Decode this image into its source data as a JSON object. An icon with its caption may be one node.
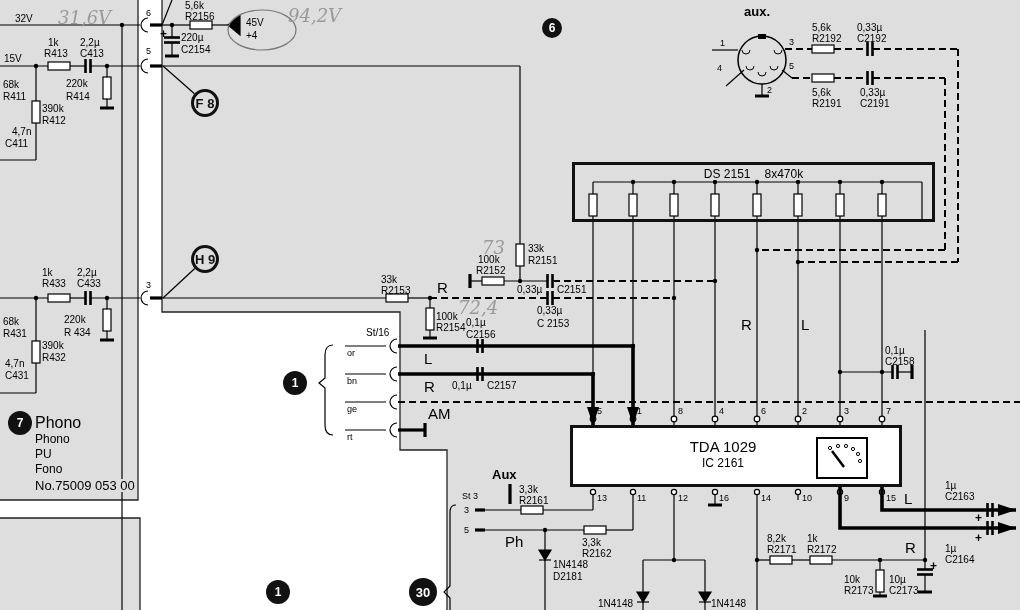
{
  "diagram": {
    "nodes": [
      {
        "text": [
          "6"
        ]
      },
      {
        "text": [
          "F 8"
        ]
      },
      {
        "text": [
          "H 9"
        ]
      },
      {
        "text": [
          "DS 2151",
          "8x470k"
        ]
      },
      {
        "text": [
          "TDA 1029",
          "IC 2161"
        ],
        "beside": [
          "5",
          "1",
          "8",
          "4",
          "6",
          "2",
          "3",
          "7",
          "13",
          "11",
          "12",
          "16",
          "14",
          "10",
          "9",
          "15"
        ]
      },
      {
        "text": [
          "1"
        ]
      },
      {
        "text": [
          "7"
        ],
        "beside": [
          "Phono",
          "Phono",
          "PU",
          "Fono",
          "No.75009 053 00"
        ]
      },
      {
        "text": [
          "1"
        ]
      },
      {
        "text": [
          "30"
        ]
      },
      {
        "text": [
          "aux."
        ],
        "beside": [
          "1",
          "3",
          "4",
          "5",
          "2"
        ]
      }
    ],
    "edges": [
      {
        "from": 1,
        "to": null,
        "arrow": "none"
      },
      {
        "from": 2,
        "to": null,
        "arrow": "none"
      },
      {
        "from": 3,
        "to": 4,
        "arrow": "other"
      },
      {
        "from": 3,
        "to": 4,
        "arrow": "other"
      },
      {
        "from": 3,
        "to": 4,
        "arrow": "other"
      },
      {
        "from": 3,
        "to": 4,
        "arrow": "other"
      },
      {
        "from": 3,
        "to": 4,
        "arrow": "other"
      },
      {
        "from": 3,
        "to": 4,
        "arrow": "other"
      },
      {
        "from": 3,
        "to": 4,
        "arrow": "other"
      },
      {
        "from": 3,
        "to": 4,
        "arrow": "other"
      },
      {
        "from": null,
        "to": 4,
        "arrow": "to",
        "style": "thick"
      },
      {
        "from": null,
        "to": 4,
        "arrow": "to",
        "style": "thick"
      },
      {
        "from": 4,
        "to": null,
        "arrow": "to",
        "style": "thick"
      },
      {
        "from": 4,
        "to": null,
        "arrow": "to",
        "style": "thick"
      }
    ],
    "labels": [
      "32V",
      "31,6V",
      "6",
      "5,6k",
      "R2156",
      "+",
      "220µ",
      "C2154",
      "45V",
      "+4",
      "94,2V",
      "15V",
      "1k",
      "R413",
      "2,2µ",
      "C413",
      "5",
      "68k",
      "R411",
      "220k",
      "R414",
      "390k",
      "R412",
      "4,7n",
      "C411",
      "5,6k",
      "R2192",
      "0,33µ",
      "C2192",
      "5,6k",
      "R2191",
      "0,33µ",
      "C2191",
      "1k",
      "R433",
      "2,2µ",
      "C433",
      "73",
      "33k",
      "100k",
      "R2151",
      "R2152",
      "3",
      "33k",
      "R2153",
      "R",
      "0,33µ",
      "C2151",
      "72,4",
      "68k",
      "R431",
      "220k",
      "R 434",
      "100k",
      "R2154",
      "0,33µ",
      "C 2153",
      "R",
      "L",
      "390k",
      "R432",
      "St/16",
      "0,1µ",
      "C2156",
      "4,7n",
      "C431",
      "0,1µ",
      "C2158",
      "or",
      "L",
      "bn",
      "R",
      "0,1µ",
      "C2157",
      "ge",
      "AM",
      "rt",
      "Aux",
      "3,3k",
      "1µ",
      "St 3",
      "R2161",
      "L",
      "C2163",
      "3",
      "+",
      "5",
      "Ph",
      "3,3k",
      "8,2k",
      "1k",
      "+",
      "R2162",
      "R2171",
      "R2172",
      "R",
      "1µ",
      "C2164",
      "1N4148",
      "+",
      "D2181",
      "10k",
      "10µ",
      "R2173",
      "C2173",
      "1N4148",
      "1N4148"
    ]
  }
}
